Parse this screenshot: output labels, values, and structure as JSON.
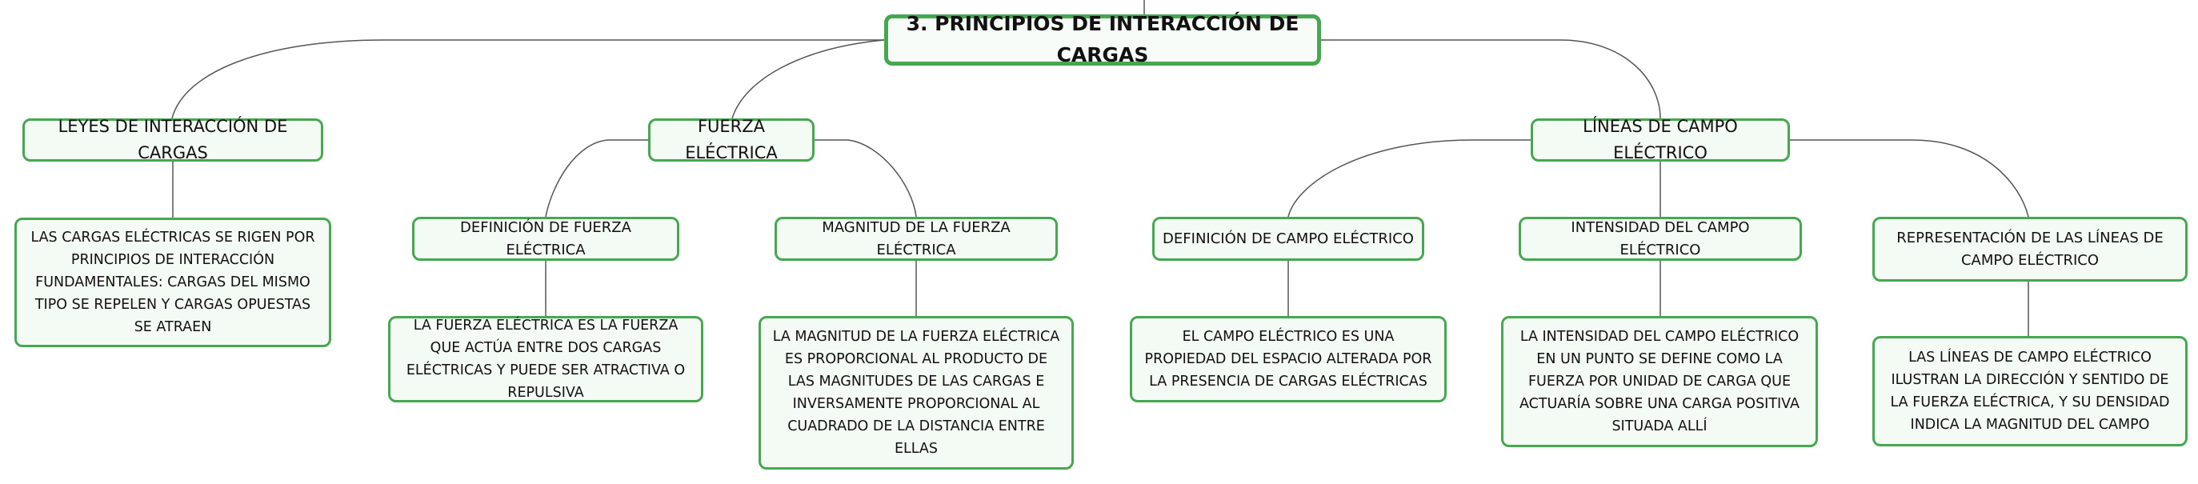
{
  "root": {
    "label": "3. PRINCIPIOS DE INTERACCIÓN DE CARGAS"
  },
  "branches": [
    {
      "label": "LEYES DE INTERACCIÓN DE CARGAS",
      "description": "LAS CARGAS ELÉCTRICAS SE RIGEN POR PRINCIPIOS DE INTERACCIÓN FUNDAMENTALES: CARGAS DEL MISMO TIPO SE REPELEN Y CARGAS OPUESTAS SE ATRAEN"
    },
    {
      "label": "FUERZA ELÉCTRICA",
      "children": [
        {
          "label": "DEFINICIÓN DE FUERZA ELÉCTRICA",
          "description": "LA FUERZA ELÉCTRICA ES LA FUERZA QUE ACTÚA ENTRE DOS CARGAS ELÉCTRICAS Y PUEDE SER ATRACTIVA O REPULSIVA"
        },
        {
          "label": "MAGNITUD DE LA FUERZA ELÉCTRICA",
          "description": "LA MAGNITUD DE LA FUERZA ELÉCTRICA ES PROPORCIONAL AL PRODUCTO DE LAS MAGNITUDES DE LAS CARGAS E INVERSAMENTE PROPORCIONAL AL CUADRADO DE LA DISTANCIA ENTRE ELLAS"
        }
      ]
    },
    {
      "label": "LÍNEAS DE CAMPO ELÉCTRICO",
      "children": [
        {
          "label": "DEFINICIÓN DE CAMPO ELÉCTRICO",
          "description": "EL CAMPO ELÉCTRICO ES UNA PROPIEDAD DEL ESPACIO ALTERADA POR LA PRESENCIA DE CARGAS ELÉCTRICAS"
        },
        {
          "label": "INTENSIDAD DEL CAMPO ELÉCTRICO",
          "description": "LA INTENSIDAD DEL CAMPO ELÉCTRICO EN UN PUNTO SE DEFINE COMO LA FUERZA POR UNIDAD DE CARGA QUE ACTUARÍA SOBRE UNA CARGA POSITIVA SITUADA ALLÍ"
        },
        {
          "label": "REPRESENTACIÓN DE LAS LÍNEAS DE CAMPO ELÉCTRICO",
          "description": "LAS LÍNEAS DE CAMPO ELÉCTRICO ILUSTRAN LA DIRECCIÓN Y SENTIDO DE LA FUERZA ELÉCTRICA, Y SU DENSIDAD INDICA LA MAGNITUD DEL CAMPO"
        }
      ]
    }
  ],
  "colors": {
    "border": "#45a84f",
    "fill": "#f4faf4",
    "line": "#555555"
  }
}
